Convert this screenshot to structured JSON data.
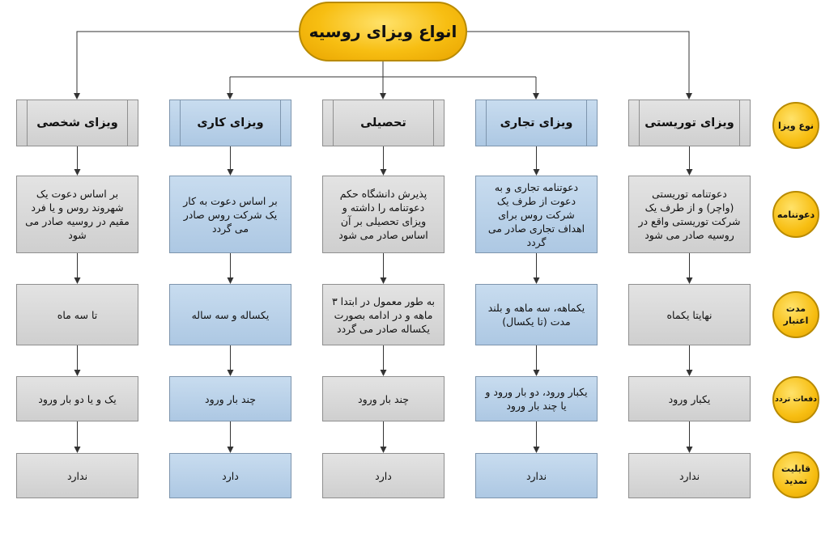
{
  "title": "انواع ویزای روسیه",
  "row_labels": [
    "نوع ویزا",
    "دعوتنامه",
    "مدت اعتبار",
    "دفعات تردد",
    "قابلیت تمدید"
  ],
  "columns": [
    {
      "name": "ویزای توریستی",
      "invitation": "دعوتنامه توریستی (واچر) و از طرف یک شرکت توریستی واقع در روسیه صادر می شود",
      "validity": "نهایتا یکماه",
      "entries": "یکبار ورود",
      "extension": "ندارد"
    },
    {
      "name": "ویزای تجاری",
      "invitation": "دعوتنامه تجاری و به دعوت از طرف یک شرکت روس برای اهداف تجاری صادر می گردد",
      "validity": "یکماهه، سه ماهه و بلند مدت (تا یکسال)",
      "entries": "یکبار ورود، دو بار ورود و یا چند بار ورود",
      "extension": "ندارد"
    },
    {
      "name": "تحصیلی",
      "invitation": "پذیرش دانشگاه حکم دعوتنامه را داشته و ویزای تحصیلی بر آن اساس صادر می شود",
      "validity": "به طور معمول در ابتدا ۳ ماهه و در ادامه بصورت یکساله صادر می گردد",
      "entries": "چند بار ورود",
      "extension": "دارد"
    },
    {
      "name": "ویزای کاری",
      "invitation": "بر اساس دعوت به کار یک شرکت روس صادر می گردد",
      "validity": "یکساله و سه ساله",
      "entries": "چند بار ورود",
      "extension": "دارد"
    },
    {
      "name": "ویزای شخصی",
      "invitation": "بر اساس دعوت یک شهروند روس و یا فرد مقیم در روسیه صادر می شود",
      "validity": "تا سه ماه",
      "entries": "یک و یا دو بار ورود",
      "extension": "ندارد"
    }
  ]
}
